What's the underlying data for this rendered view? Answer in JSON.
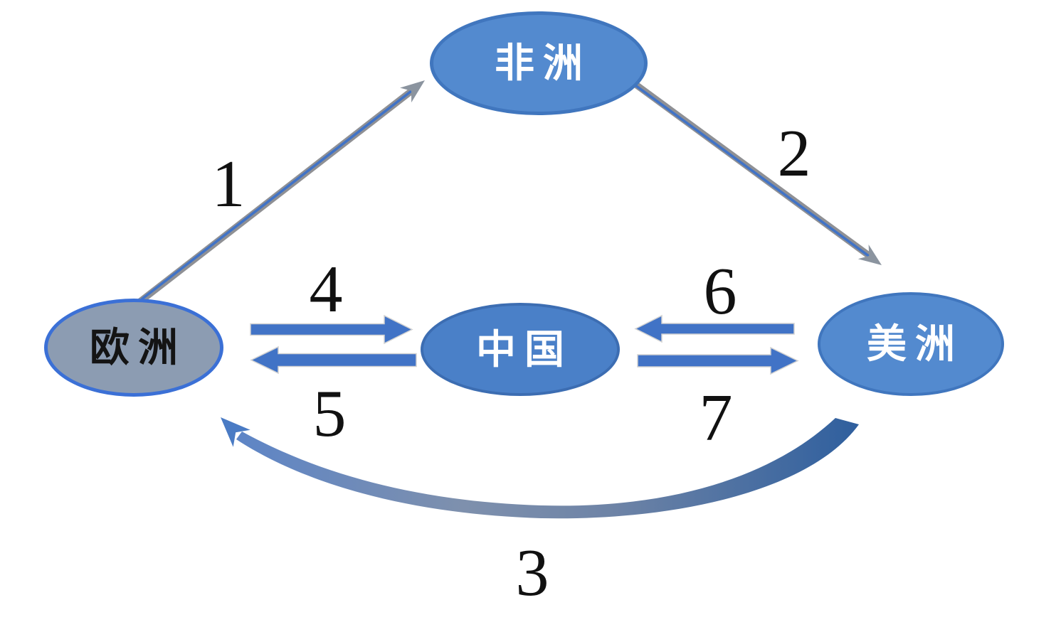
{
  "title": "continent-trade-flow-diagram",
  "nodes": [
    {
      "id": "africa",
      "label": "非洲"
    },
    {
      "id": "europe",
      "label": "欧洲"
    },
    {
      "id": "china",
      "label": "中国"
    },
    {
      "id": "americas",
      "label": "美洲"
    }
  ],
  "edges": [
    {
      "label": "1",
      "source": "欧洲",
      "target": "非洲",
      "style": "thin-line-arrow"
    },
    {
      "label": "2",
      "source": "非洲",
      "target": "美洲",
      "style": "thin-line-arrow"
    },
    {
      "label": "3",
      "source": "美洲",
      "target": "欧洲",
      "style": "curved-tapered-arrow"
    },
    {
      "label": "4",
      "source": "欧洲",
      "target": "中国",
      "style": "block-arrow"
    },
    {
      "label": "5",
      "source": "中国",
      "target": "欧洲",
      "style": "block-arrow"
    },
    {
      "label": "6",
      "source": "美洲",
      "target": "中国",
      "style": "block-arrow"
    },
    {
      "label": "7",
      "source": "中国",
      "target": "美洲",
      "style": "block-arrow"
    }
  ],
  "colors": {
    "node_blue_fill": "#538ACF",
    "node_blue_border": "#4076BE",
    "china_fill": "#4A80C8",
    "china_border": "#3C6DB2",
    "europe_fill": "#8C9CB2",
    "europe_border": "#3B70D6",
    "arrow_blue": "#4173C6",
    "arrow_gray": "#8F9094",
    "curve_dark_blue": "#2F5F9E",
    "curve_gray_blue": "#7E90AD",
    "number_color": "#111111",
    "background": "#FFFFFF"
  }
}
